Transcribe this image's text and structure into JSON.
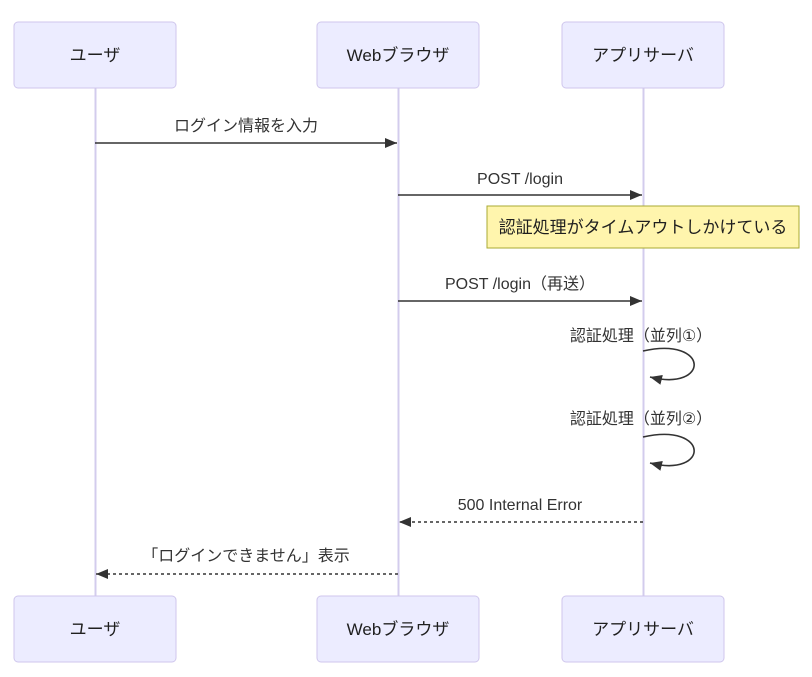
{
  "diagram": {
    "type": "sequence",
    "actors": [
      {
        "label": "ユーザ"
      },
      {
        "label": "Webブラウザ"
      },
      {
        "label": "アプリサーバ"
      }
    ],
    "messages": [
      {
        "label": "ログイン情報を入力",
        "from": "ユーザ",
        "to": "Webブラウザ",
        "style": "solid"
      },
      {
        "label": "POST /login",
        "from": "Webブラウザ",
        "to": "アプリサーバ",
        "style": "solid"
      },
      {
        "label": "POST /login（再送）",
        "from": "Webブラウザ",
        "to": "アプリサーバ",
        "style": "solid"
      },
      {
        "label": "認証処理（並列①）",
        "from": "アプリサーバ",
        "to": "アプリサーバ",
        "style": "self-loop"
      },
      {
        "label": "認証処理（並列②）",
        "from": "アプリサーバ",
        "to": "アプリサーバ",
        "style": "self-loop"
      },
      {
        "label": "500 Internal Error",
        "from": "アプリサーバ",
        "to": "Webブラウザ",
        "style": "dashed"
      },
      {
        "label": "「ログインできません」表示",
        "from": "Webブラウザ",
        "to": "ユーザ",
        "style": "dashed"
      }
    ],
    "note": {
      "label": "認証処理がタイムアウトしかけている",
      "anchor": "アプリサーバ"
    },
    "colors": {
      "actor_fill": "#ECECFF",
      "actor_border": "#CFC6EC",
      "lifeline": "#D3CCED",
      "note_fill": "#FFF5AD",
      "note_border": "#AAAA33",
      "arrow": "#333333",
      "text": "#1F1F1F"
    }
  }
}
